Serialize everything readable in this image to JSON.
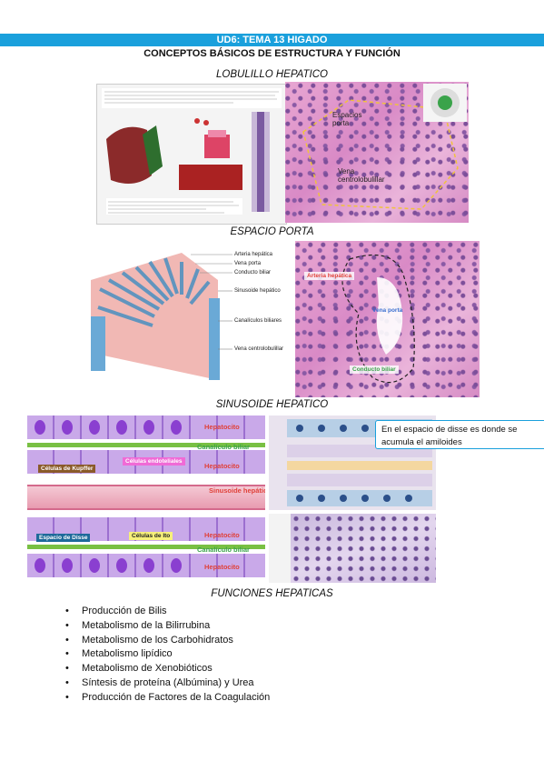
{
  "header": {
    "banner": "UD6: TEMA 13 HIGADO",
    "subtitle": "CONCEPTOS BÁSICOS DE ESTRUCTURA Y FUNCIÓN"
  },
  "sections": {
    "lobulillo": "LOBULILLO HEPATICO",
    "portal": "ESPACIO PORTA",
    "sinusoide": "SINUSOIDE HEPATICO",
    "funciones": "FUNCIONES HEPATICAS"
  },
  "lobulillo_histo": {
    "label_espacios": "Espacios porta",
    "label_vena": "Vena centrolobulillar"
  },
  "portal_diagram": {
    "labels": [
      "Arteria hepática",
      "Vena porta",
      "Conducto biliar",
      "Sinusoide hepático",
      "Canalículos biliares",
      "Vena centrolobulillar"
    ]
  },
  "portal_histo": {
    "arteria": "Arteria hepática",
    "vena": "Vena porta",
    "conducto": "Conducto biliar"
  },
  "sinusoid_diagram": {
    "kupffer": "Células de Kupffer",
    "endoteliales": "Células endoteliales",
    "disse": "Espacio de Disse",
    "ito": "Células de Ito",
    "hepatocito": "Hepatocito",
    "canaliculo": "Canalículo biliar",
    "sinusoide": "Sinusoide hepático"
  },
  "callout": "En el espacio de disse es donde se acumula el amiloides",
  "funciones": [
    "Producción de Bilis",
    "Metabolismo de la Bilirrubina",
    "Metabolismo de los Carbohidratos",
    "Metabolismo lipídico",
    "Metabolismo de Xenobióticos",
    "Síntesis de proteína (Albúmina) y Urea",
    "Producción de Factores de la Coagulación"
  ],
  "colors": {
    "banner": "#1aa0dc",
    "hepatocyte": "#c9a9e9",
    "canaliculus": "#79c043",
    "sinusoid": "#e89bb0"
  }
}
